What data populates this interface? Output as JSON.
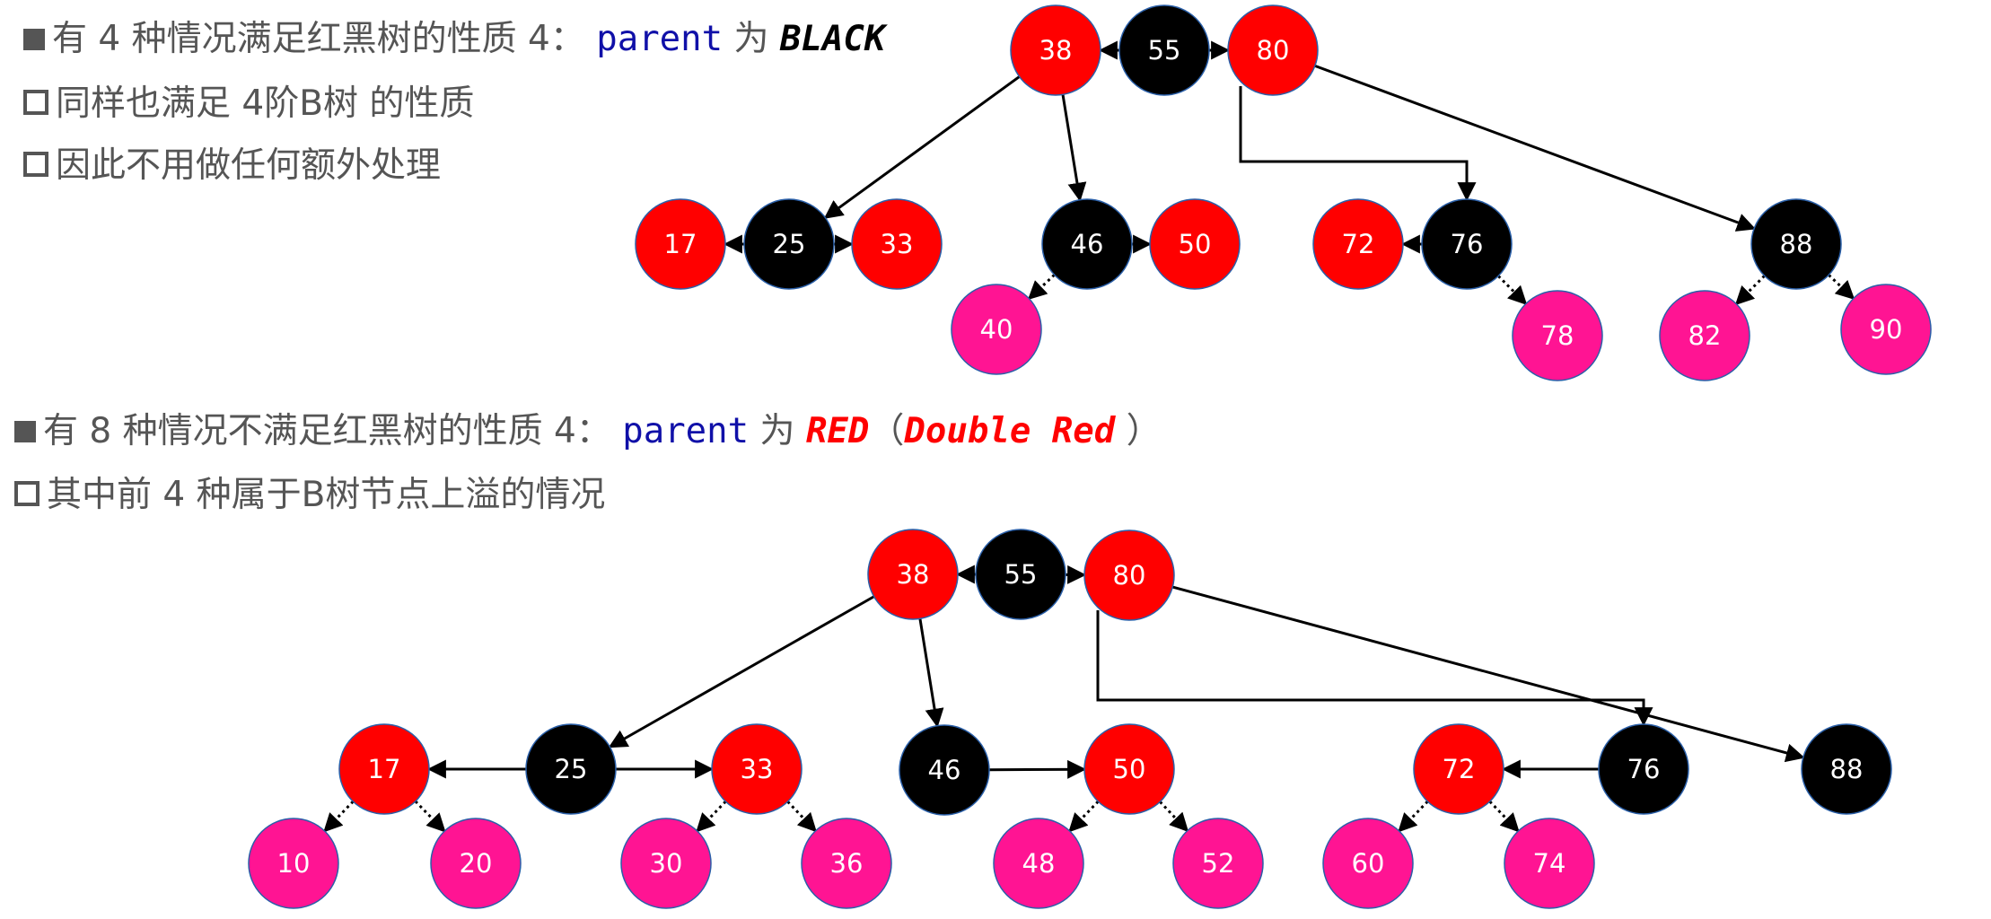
{
  "colors": {
    "red_node": "#ff0000",
    "black_node": "#000000",
    "pink_node": "#ff1493",
    "node_stroke": "#2a5fa8",
    "text_gray": "#555555",
    "code_blue": "#1010a8",
    "keyword_red": "#ff0000"
  },
  "section1": {
    "line1": {
      "prefix": "有 4 种情况满足红黑树的性质 4：",
      "code": "parent",
      "middle": "为",
      "keyword": "BLACK"
    },
    "line2": "同样也满足 4阶B树 的性质",
    "line3": "因此不用做任何额外处理"
  },
  "section2": {
    "line1": {
      "prefix": "有 8 种情况不满足红黑树的性质 4：",
      "code": "parent",
      "middle": "为",
      "keyword": "RED",
      "open_paren": "（",
      "keyword2": "Double Red",
      "close_paren": "）"
    },
    "line2": "其中前 4 种属于B树节点上溢的情况"
  },
  "tree1": {
    "nodes": [
      {
        "id": "t1-38",
        "label": "38",
        "color": "red"
      },
      {
        "id": "t1-55",
        "label": "55",
        "color": "black"
      },
      {
        "id": "t1-80",
        "label": "80",
        "color": "red"
      },
      {
        "id": "t1-17",
        "label": "17",
        "color": "red"
      },
      {
        "id": "t1-25",
        "label": "25",
        "color": "black"
      },
      {
        "id": "t1-33",
        "label": "33",
        "color": "red"
      },
      {
        "id": "t1-46",
        "label": "46",
        "color": "black"
      },
      {
        "id": "t1-50",
        "label": "50",
        "color": "red"
      },
      {
        "id": "t1-72",
        "label": "72",
        "color": "red"
      },
      {
        "id": "t1-76",
        "label": "76",
        "color": "black"
      },
      {
        "id": "t1-88",
        "label": "88",
        "color": "black"
      },
      {
        "id": "t1-40",
        "label": "40",
        "color": "pink"
      },
      {
        "id": "t1-78",
        "label": "78",
        "color": "pink"
      },
      {
        "id": "t1-82",
        "label": "82",
        "color": "pink"
      },
      {
        "id": "t1-90",
        "label": "90",
        "color": "pink"
      }
    ],
    "edges": [
      {
        "from": "t1-55",
        "to": "t1-38",
        "style": "solid"
      },
      {
        "from": "t1-55",
        "to": "t1-80",
        "style": "solid"
      },
      {
        "from": "t1-38",
        "to": "t1-25",
        "style": "solid"
      },
      {
        "from": "t1-38",
        "to": "t1-46",
        "style": "solid"
      },
      {
        "from": "t1-80",
        "to": "t1-76",
        "style": "solid"
      },
      {
        "from": "t1-80",
        "to": "t1-88",
        "style": "solid"
      },
      {
        "from": "t1-25",
        "to": "t1-17",
        "style": "solid"
      },
      {
        "from": "t1-25",
        "to": "t1-33",
        "style": "solid"
      },
      {
        "from": "t1-46",
        "to": "t1-50",
        "style": "solid"
      },
      {
        "from": "t1-76",
        "to": "t1-72",
        "style": "solid"
      },
      {
        "from": "t1-46",
        "to": "t1-40",
        "style": "dotted"
      },
      {
        "from": "t1-76",
        "to": "t1-78",
        "style": "dotted"
      },
      {
        "from": "t1-88",
        "to": "t1-82",
        "style": "dotted"
      },
      {
        "from": "t1-88",
        "to": "t1-90",
        "style": "dotted"
      }
    ]
  },
  "tree2": {
    "nodes": [
      {
        "id": "t2-38",
        "label": "38",
        "color": "red"
      },
      {
        "id": "t2-55",
        "label": "55",
        "color": "black"
      },
      {
        "id": "t2-80",
        "label": "80",
        "color": "red"
      },
      {
        "id": "t2-17",
        "label": "17",
        "color": "red"
      },
      {
        "id": "t2-25",
        "label": "25",
        "color": "black"
      },
      {
        "id": "t2-33",
        "label": "33",
        "color": "red"
      },
      {
        "id": "t2-46",
        "label": "46",
        "color": "black"
      },
      {
        "id": "t2-50",
        "label": "50",
        "color": "red"
      },
      {
        "id": "t2-72",
        "label": "72",
        "color": "red"
      },
      {
        "id": "t2-76",
        "label": "76",
        "color": "black"
      },
      {
        "id": "t2-88",
        "label": "88",
        "color": "black"
      },
      {
        "id": "t2-10",
        "label": "10",
        "color": "pink"
      },
      {
        "id": "t2-20",
        "label": "20",
        "color": "pink"
      },
      {
        "id": "t2-30",
        "label": "30",
        "color": "pink"
      },
      {
        "id": "t2-36",
        "label": "36",
        "color": "pink"
      },
      {
        "id": "t2-48",
        "label": "48",
        "color": "pink"
      },
      {
        "id": "t2-52",
        "label": "52",
        "color": "pink"
      },
      {
        "id": "t2-60",
        "label": "60",
        "color": "pink"
      },
      {
        "id": "t2-74",
        "label": "74",
        "color": "pink"
      }
    ],
    "edges": [
      {
        "from": "t2-55",
        "to": "t2-38",
        "style": "solid"
      },
      {
        "from": "t2-55",
        "to": "t2-80",
        "style": "solid"
      },
      {
        "from": "t2-38",
        "to": "t2-25",
        "style": "solid"
      },
      {
        "from": "t2-38",
        "to": "t2-46",
        "style": "solid"
      },
      {
        "from": "t2-80",
        "to": "t2-76",
        "style": "solid"
      },
      {
        "from": "t2-80",
        "to": "t2-88",
        "style": "solid"
      },
      {
        "from": "t2-25",
        "to": "t2-17",
        "style": "solid"
      },
      {
        "from": "t2-25",
        "to": "t2-33",
        "style": "solid"
      },
      {
        "from": "t2-46",
        "to": "t2-50",
        "style": "solid"
      },
      {
        "from": "t2-76",
        "to": "t2-72",
        "style": "solid"
      },
      {
        "from": "t2-17",
        "to": "t2-10",
        "style": "dotted"
      },
      {
        "from": "t2-17",
        "to": "t2-20",
        "style": "dotted"
      },
      {
        "from": "t2-33",
        "to": "t2-30",
        "style": "dotted"
      },
      {
        "from": "t2-33",
        "to": "t2-36",
        "style": "dotted"
      },
      {
        "from": "t2-50",
        "to": "t2-48",
        "style": "dotted"
      },
      {
        "from": "t2-50",
        "to": "t2-52",
        "style": "dotted"
      },
      {
        "from": "t2-72",
        "to": "t2-60",
        "style": "dotted"
      },
      {
        "from": "t2-72",
        "to": "t2-74",
        "style": "dotted"
      }
    ]
  }
}
